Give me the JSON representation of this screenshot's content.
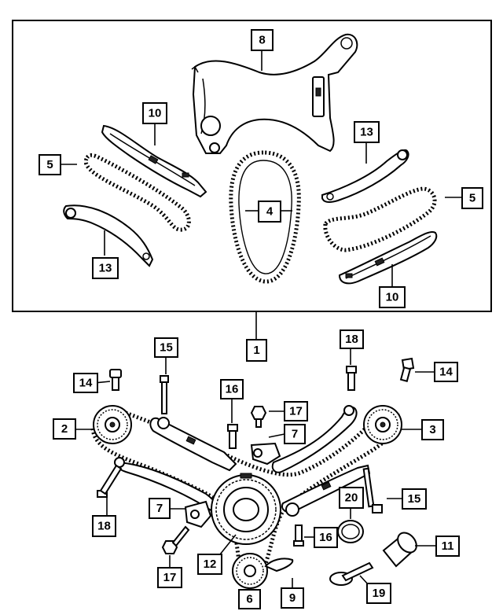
{
  "callouts": {
    "c1": "1",
    "c2": "2",
    "c3": "3",
    "c4": "4",
    "c5a": "5",
    "c5b": "5",
    "c6": "6",
    "c7a": "7",
    "c7b": "7",
    "c8": "8",
    "c9": "9",
    "c10a": "10",
    "c10b": "10",
    "c11": "11",
    "c12": "12",
    "c13a": "13",
    "c13b": "13",
    "c14a": "14",
    "c14b": "14",
    "c15a": "15",
    "c15b": "15",
    "c16a": "16",
    "c16b": "16",
    "c17a": "17",
    "c17b": "17",
    "c18a": "18",
    "c18b": "18",
    "c19": "19",
    "c20": "20"
  }
}
